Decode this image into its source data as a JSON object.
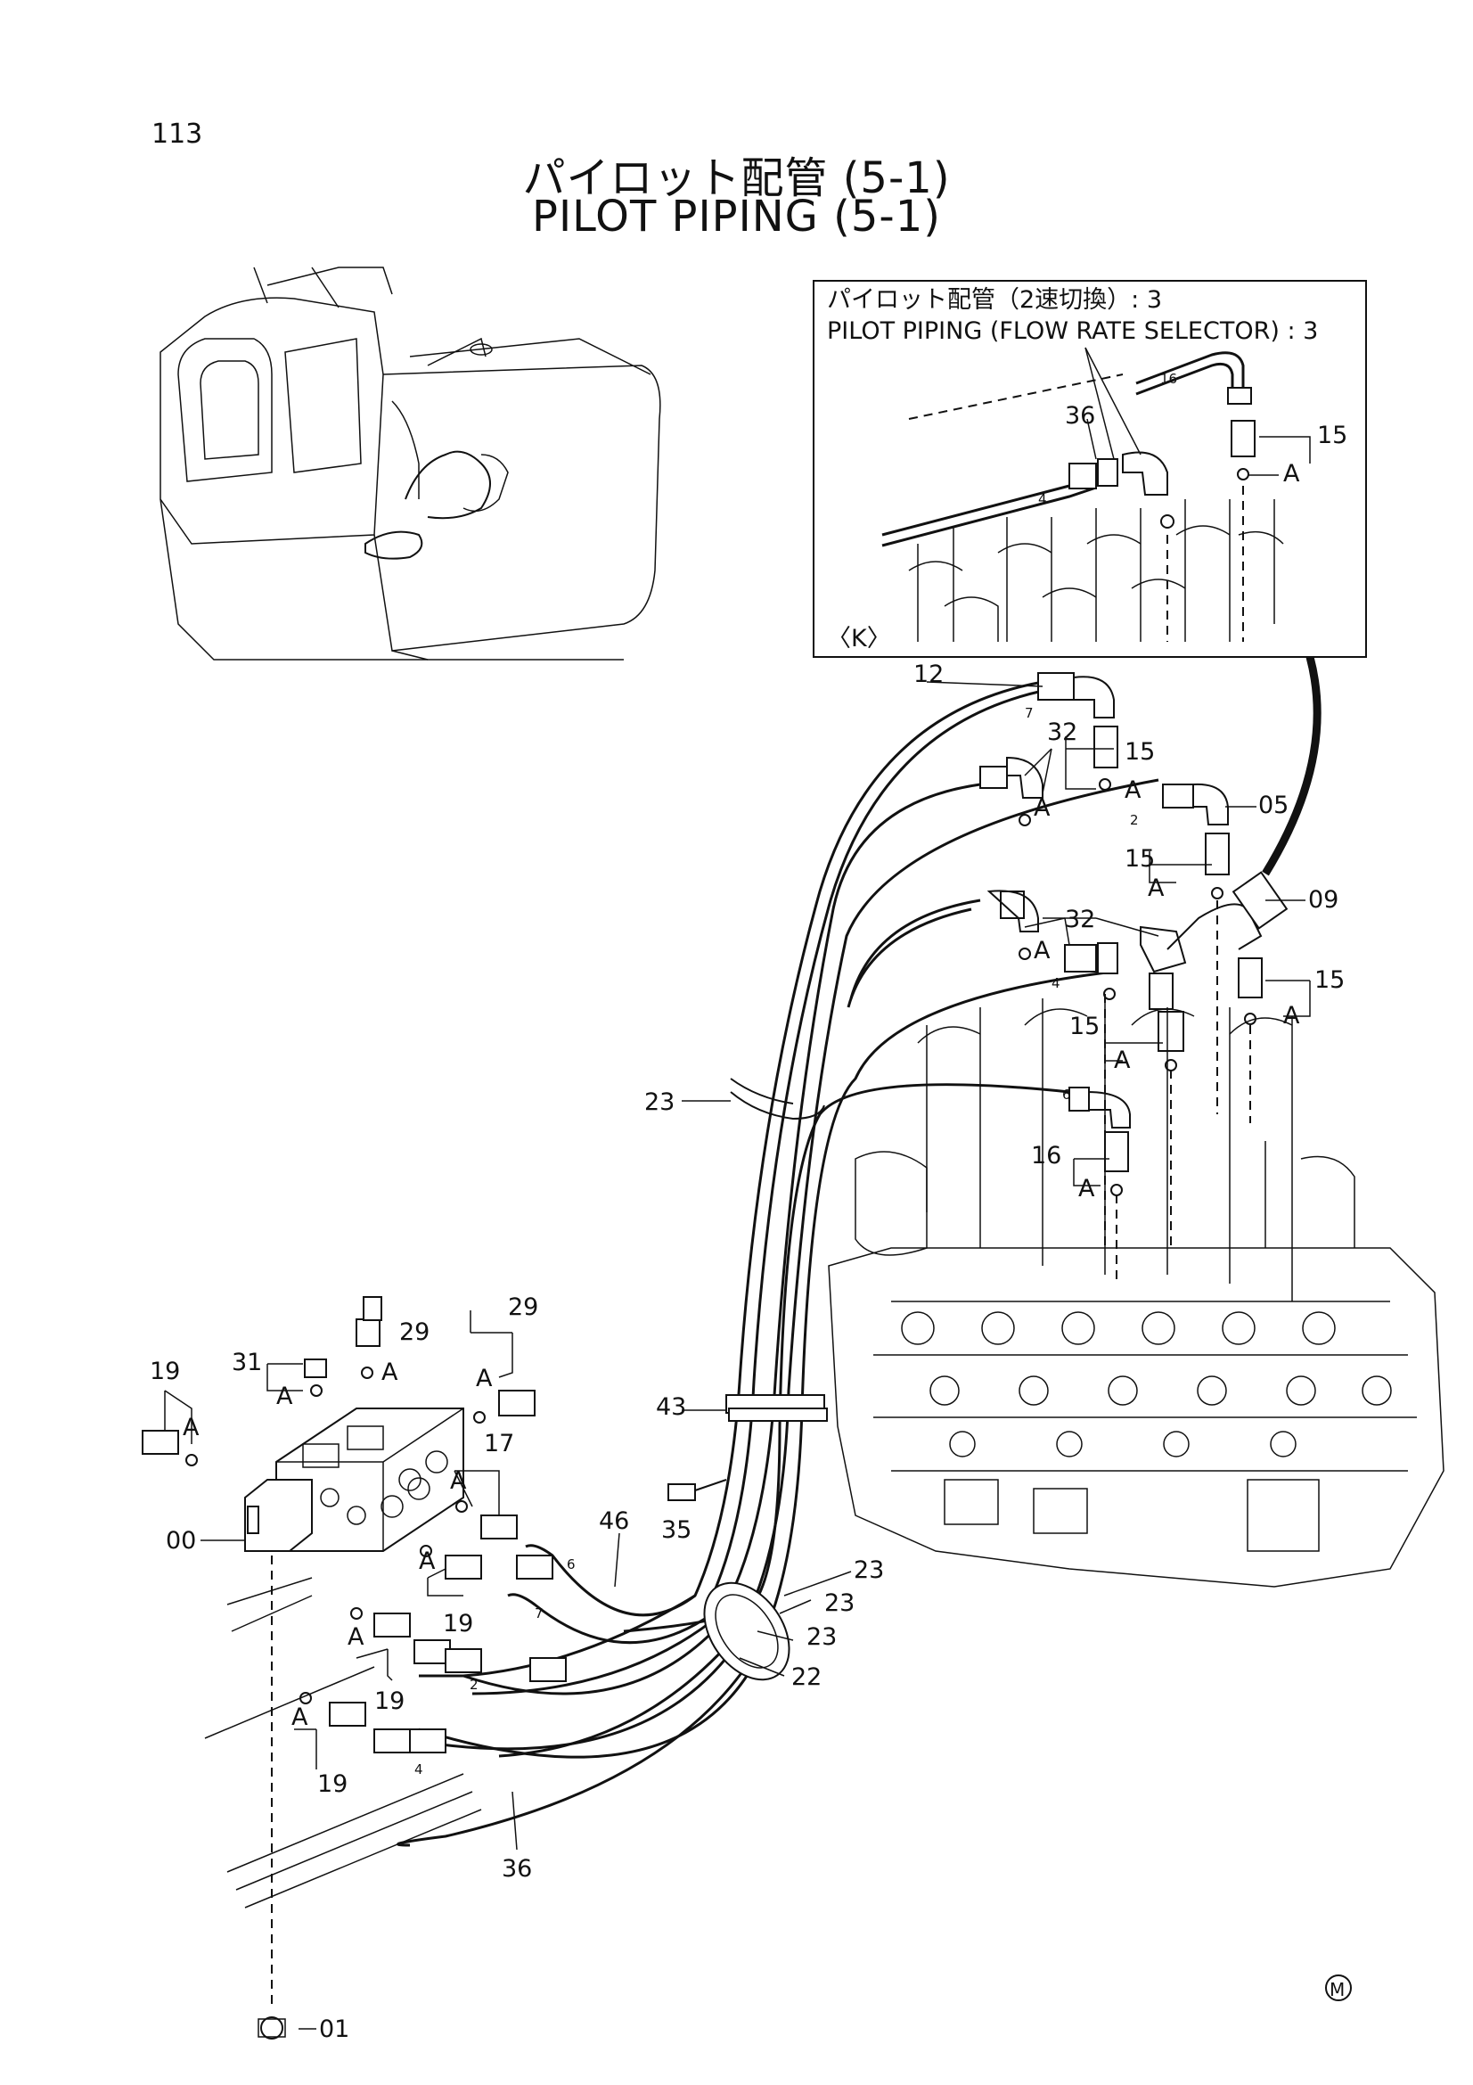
{
  "page_number": "113",
  "title_jp": "パイロット配管 (5-1)",
  "title_en": "PILOT PIPING (5-1)",
  "detail_box": {
    "title_jp": "パイロット配管（2速切換）: 3",
    "title_en": "PILOT PIPING (FLOW RATE SELECTOR) : 3",
    "view_label": "〈K〉"
  },
  "part_labels": {
    "p12": "12",
    "p05": "05",
    "p09": "09",
    "p15": "15",
    "p16": "16",
    "p32": "32",
    "p23": "23",
    "p43": "43",
    "p46": "46",
    "p35": "35",
    "p22": "22",
    "p36": "36",
    "p29": "29",
    "p31": "31",
    "p19": "19",
    "p17": "17",
    "p00": "00",
    "p01": "01",
    "mark_a": "A"
  },
  "hose_numbers": {
    "h2": "2",
    "h4": "4",
    "h6": "6",
    "h7": "7",
    "h16": "16"
  },
  "corner_mark": "M"
}
